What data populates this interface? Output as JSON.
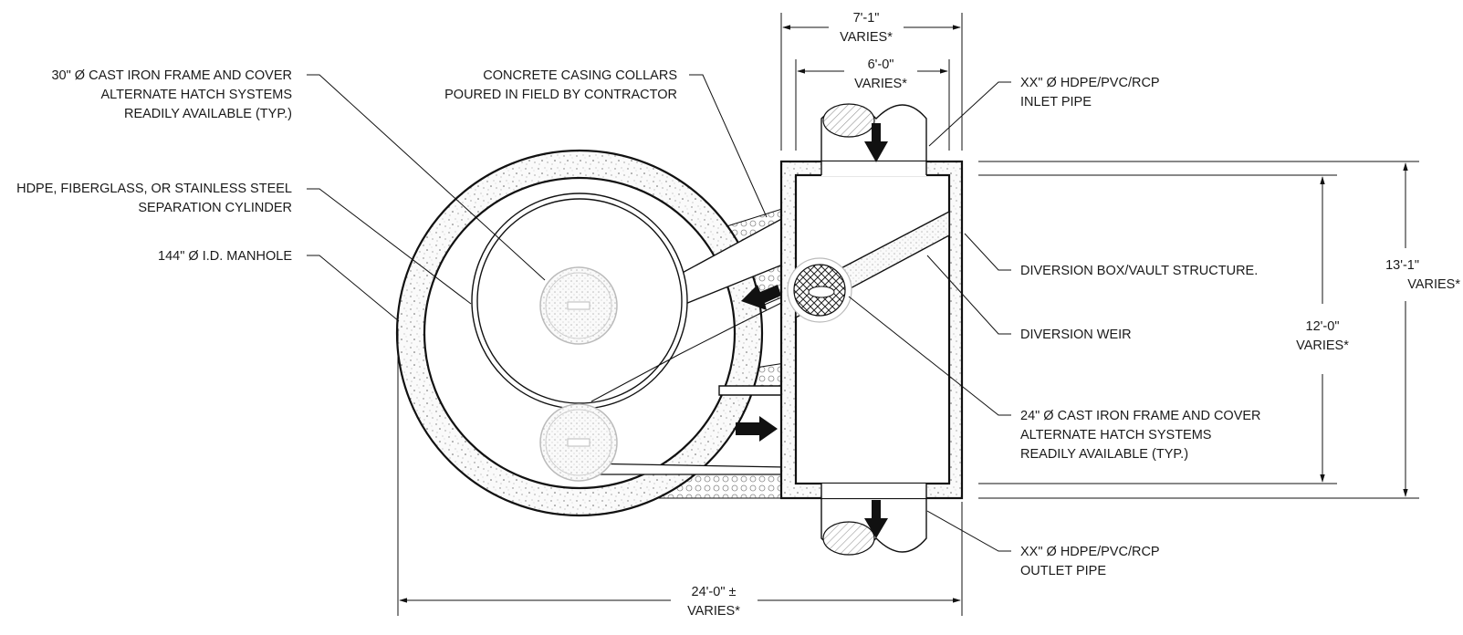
{
  "callouts": {
    "frame30": [
      "30\" Ø CAST IRON FRAME AND COVER",
      "ALTERNATE HATCH SYSTEMS",
      "READILY AVAILABLE (TYP.)"
    ],
    "cylinder": [
      "HDPE, FIBERGLASS, OR STAINLESS STEEL",
      "SEPARATION CYLINDER"
    ],
    "manhole": [
      "144\" Ø I.D. MANHOLE"
    ],
    "collars": [
      "CONCRETE CASING COLLARS",
      "POURED IN FIELD BY CONTRACTOR"
    ],
    "inlet": [
      "XX\" Ø HDPE/PVC/RCP",
      "INLET PIPE"
    ],
    "box": [
      "DIVERSION BOX/VAULT STRUCTURE."
    ],
    "weir": [
      "DIVERSION WEIR"
    ],
    "frame24": [
      "24\" Ø CAST IRON FRAME AND COVER",
      "ALTERNATE HATCH SYSTEMS",
      "READILY AVAILABLE (TYP.)"
    ],
    "outlet": [
      "XX\" Ø HDPE/PVC/RCP",
      "OUTLET PIPE"
    ]
  },
  "dimensions": {
    "box_outer_width": [
      "7'-1\"",
      "VARIES*"
    ],
    "box_inner_width": [
      "6'-0\"",
      "VARIES*"
    ],
    "box_inner_height": [
      "12'-0\"",
      "VARIES*"
    ],
    "box_outer_height": [
      "13'-1\"",
      "VARIES*"
    ],
    "overall_length": [
      "24'-0\" ±",
      "VARIES*"
    ]
  }
}
